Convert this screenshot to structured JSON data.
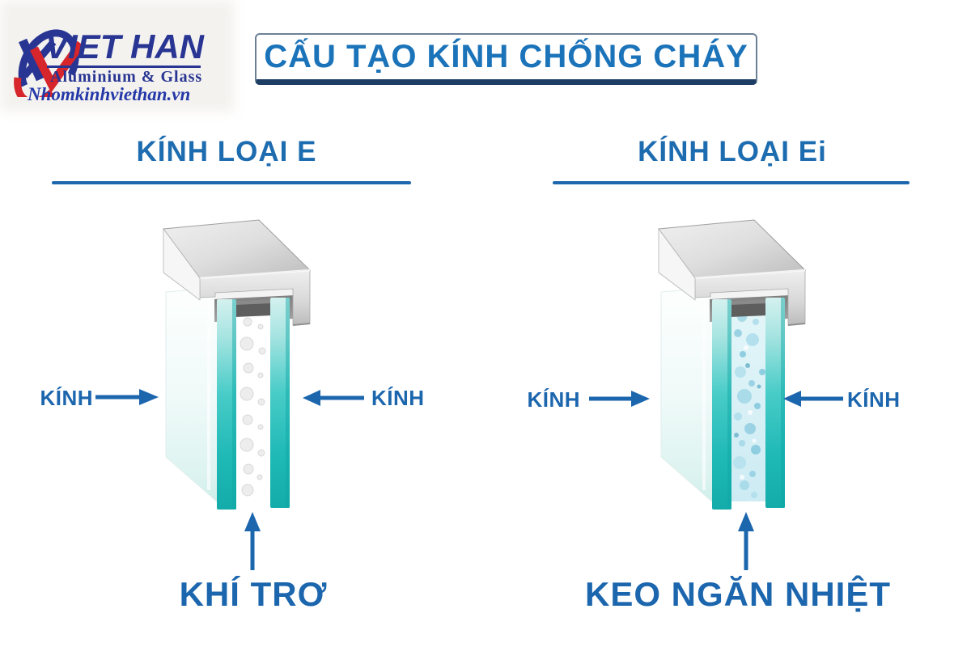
{
  "logo": {
    "brand": "VIET HAN",
    "tagline": "Aluminium & Glass",
    "website": "Nhomkinhviethan.vn"
  },
  "title": "CẤU TẠO KÍNH CHỐNG CHÁY",
  "columns": [
    {
      "heading": "KÍNH LOẠI E",
      "glass_label_left": "KÍNH",
      "glass_label_right": "KÍNH",
      "core_label": "KHÍ TRƠ",
      "core_fill": "inert-gas-white-bubbles"
    },
    {
      "heading": "KÍNH LOẠI Ei",
      "glass_label_left": "KÍNH",
      "glass_label_right": "KÍNH",
      "core_label": "KEO NGĂN NHIỆT",
      "core_fill": "heat-barrier-gel-blue-bubbles"
    }
  ],
  "colors": {
    "label_blue": "#1c66ae",
    "title_blue": "#1b73b9",
    "heading_blue": "#1e6cb0",
    "glass_teal": "#1fb9b6",
    "gel_blue": "#cdebf3",
    "metal_gray": "#d6d6d6",
    "logo_navy": "#283593",
    "logo_red": "#d6252b"
  }
}
